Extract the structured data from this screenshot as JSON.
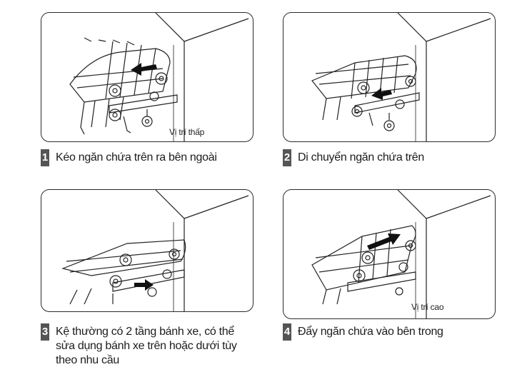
{
  "steps": [
    {
      "number": "1",
      "text": "Kéo ngăn chứa trên ra bên ngoài",
      "position_label": "Vị trí thấp"
    },
    {
      "number": "2",
      "text": "Di chuyển ngăn chứa trên",
      "position_label": ""
    },
    {
      "number": "3",
      "text_lines": [
        "Kệ thường có 2 tầng bánh xe, có thể",
        "sửa dụng bánh xe trên hoặc dưới tùy",
        "theo nhu cầu"
      ]
    },
    {
      "number": "4",
      "text": "Đẩy ngăn chứa vào bên trong",
      "position_label": "Vị trí cao"
    }
  ],
  "icons": [
    "pull-arrow-icon",
    "push-arrow-icon",
    "wheel-icon",
    "rack-basket-illustration"
  ]
}
